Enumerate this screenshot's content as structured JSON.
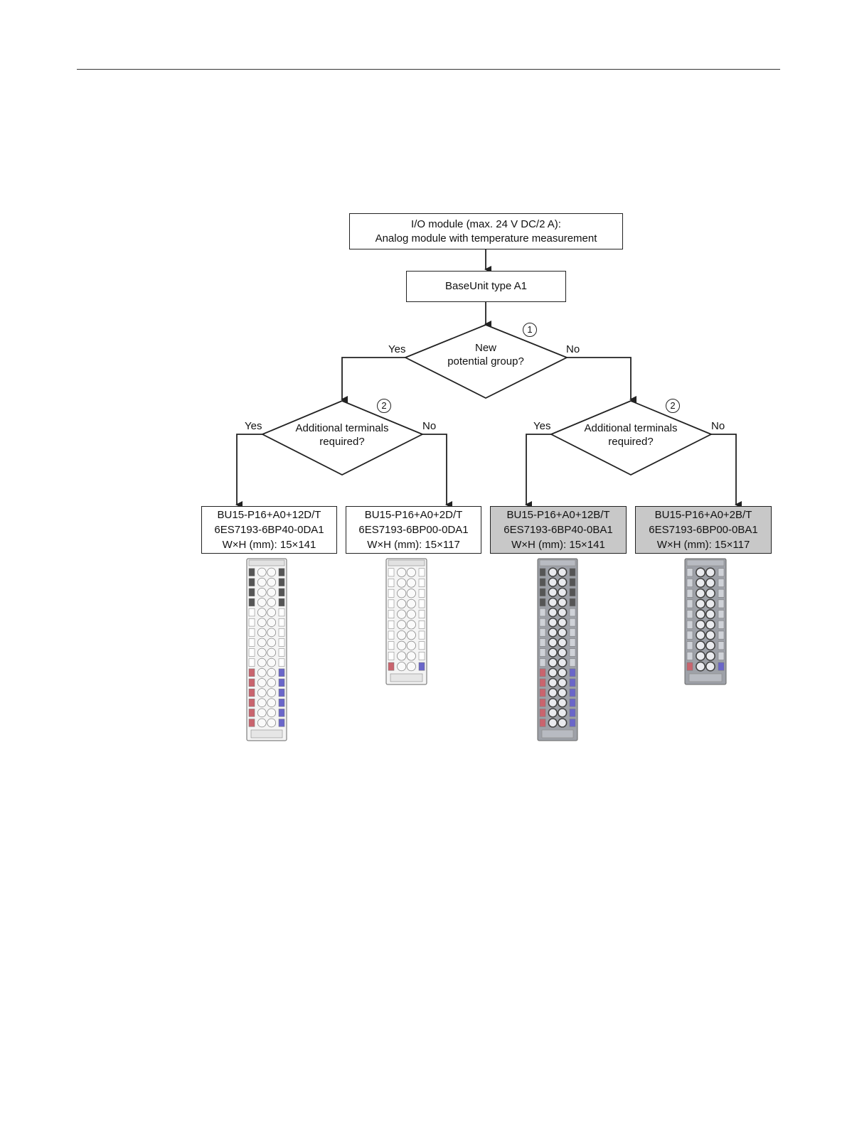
{
  "top_box": {
    "line1": "I/O module (max. 24 V DC/2 A):",
    "line2": "Analog module with temperature measurement"
  },
  "base_box": {
    "label": "BaseUnit type A1"
  },
  "decision_main": {
    "line1": "New",
    "line2": "potential group?",
    "marker": "1"
  },
  "decision_left": {
    "line1": "Additional terminals",
    "line2": "required?",
    "marker": "2"
  },
  "decision_right": {
    "line1": "Additional terminals",
    "line2": "required?",
    "marker": "2"
  },
  "branch_labels": {
    "yes": "Yes",
    "no": "No"
  },
  "units": [
    {
      "name": "BU15-P16+A0+12D/T",
      "order": "6ES7193-6BP40-0DA1",
      "dims": "W×H (mm): 15×141",
      "shaded": false
    },
    {
      "name": "BU15-P16+A0+2D/T",
      "order": "6ES7193-6BP00-0DA1",
      "dims": "W×H (mm): 15×117",
      "shaded": false
    },
    {
      "name": "BU15-P16+A0+12B/T",
      "order": "6ES7193-6BP40-0BA1",
      "dims": "W×H (mm): 15×141",
      "shaded": true
    },
    {
      "name": "BU15-P16+A0+2B/T",
      "order": "6ES7193-6BP00-0BA1",
      "dims": "W×H (mm): 15×117",
      "shaded": true
    }
  ],
  "colors": {
    "line": "#222222",
    "shaded_box": "#c8c8c8",
    "terminal_red": "#c9646e",
    "terminal_blue": "#6a66c9",
    "terminal_dark": "#555555",
    "module_light": "#f4f4f4",
    "module_dark": "#9ea1a8"
  }
}
